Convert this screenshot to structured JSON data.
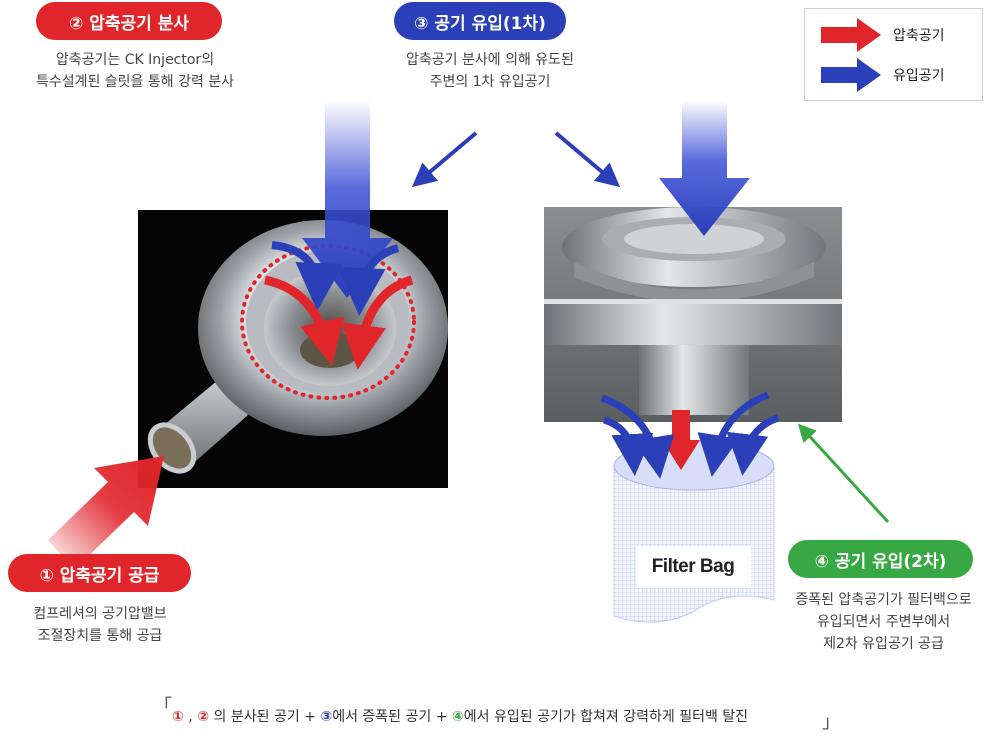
{
  "callouts": {
    "spray": {
      "title": "② 압축공기 분사",
      "desc": "압축공기는 CK Injector의\n특수설계된 슬릿을 통해 강력 분사"
    },
    "inflow1": {
      "title": "③ 공기 유입(1차)",
      "desc": "압축공기 분사에 의해 유도된\n주변의 1차 유입공기"
    },
    "supply": {
      "title": "① 압축공기 공급",
      "desc": "컴프레셔의 공기압밸브\n조절장치를 통해 공급"
    },
    "inflow2": {
      "title": "④ 공기 유입(2차)",
      "desc": "증폭된 압축공기가 필터백으로\n유입되면서 주변부에서\n제2차 유입공기 공급"
    }
  },
  "legend": {
    "items": [
      {
        "label": "압축공기",
        "color": "#e0262b"
      },
      {
        "label": "유입공기",
        "color": "#2b3fb9"
      }
    ]
  },
  "filter_bag_label": "Filter Bag",
  "summary": {
    "open_bracket": "「",
    "close_bracket": "」",
    "n1": "①",
    "sep": " , ",
    "n2": "②",
    "t1": " 의 분사된 공기 + ",
    "n3": "③",
    "t2": "에서 증폭된 공기 + ",
    "n4": "④",
    "t3": "에서 유입된 공기가 합쳐져 강력하게 필터백 탈진"
  },
  "colors": {
    "red": "#e0262b",
    "blue": "#2b3fb9",
    "green": "#37a843"
  }
}
